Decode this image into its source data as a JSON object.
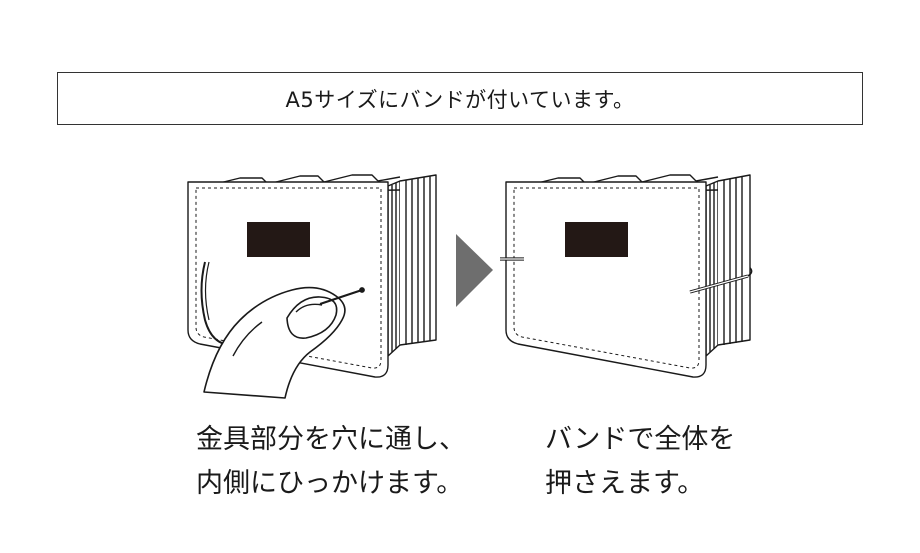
{
  "header": {
    "title": "A5サイズにバンドが付いています。"
  },
  "steps": [
    {
      "caption_lines": [
        "金具部分を穴に通し、",
        "内側にひっかけます。"
      ],
      "image_icon": "file-with-hand-hooking-band-icon"
    },
    {
      "caption_lines": [
        "バンドで全体を",
        "押さえます。"
      ],
      "image_icon": "file-with-band-fastened-icon"
    }
  ],
  "arrow_icon": "right-triangle-arrow-icon",
  "colors": {
    "line": "#1a1a1a",
    "arrow": "#6e6e6e",
    "label_plate": "#231815"
  }
}
